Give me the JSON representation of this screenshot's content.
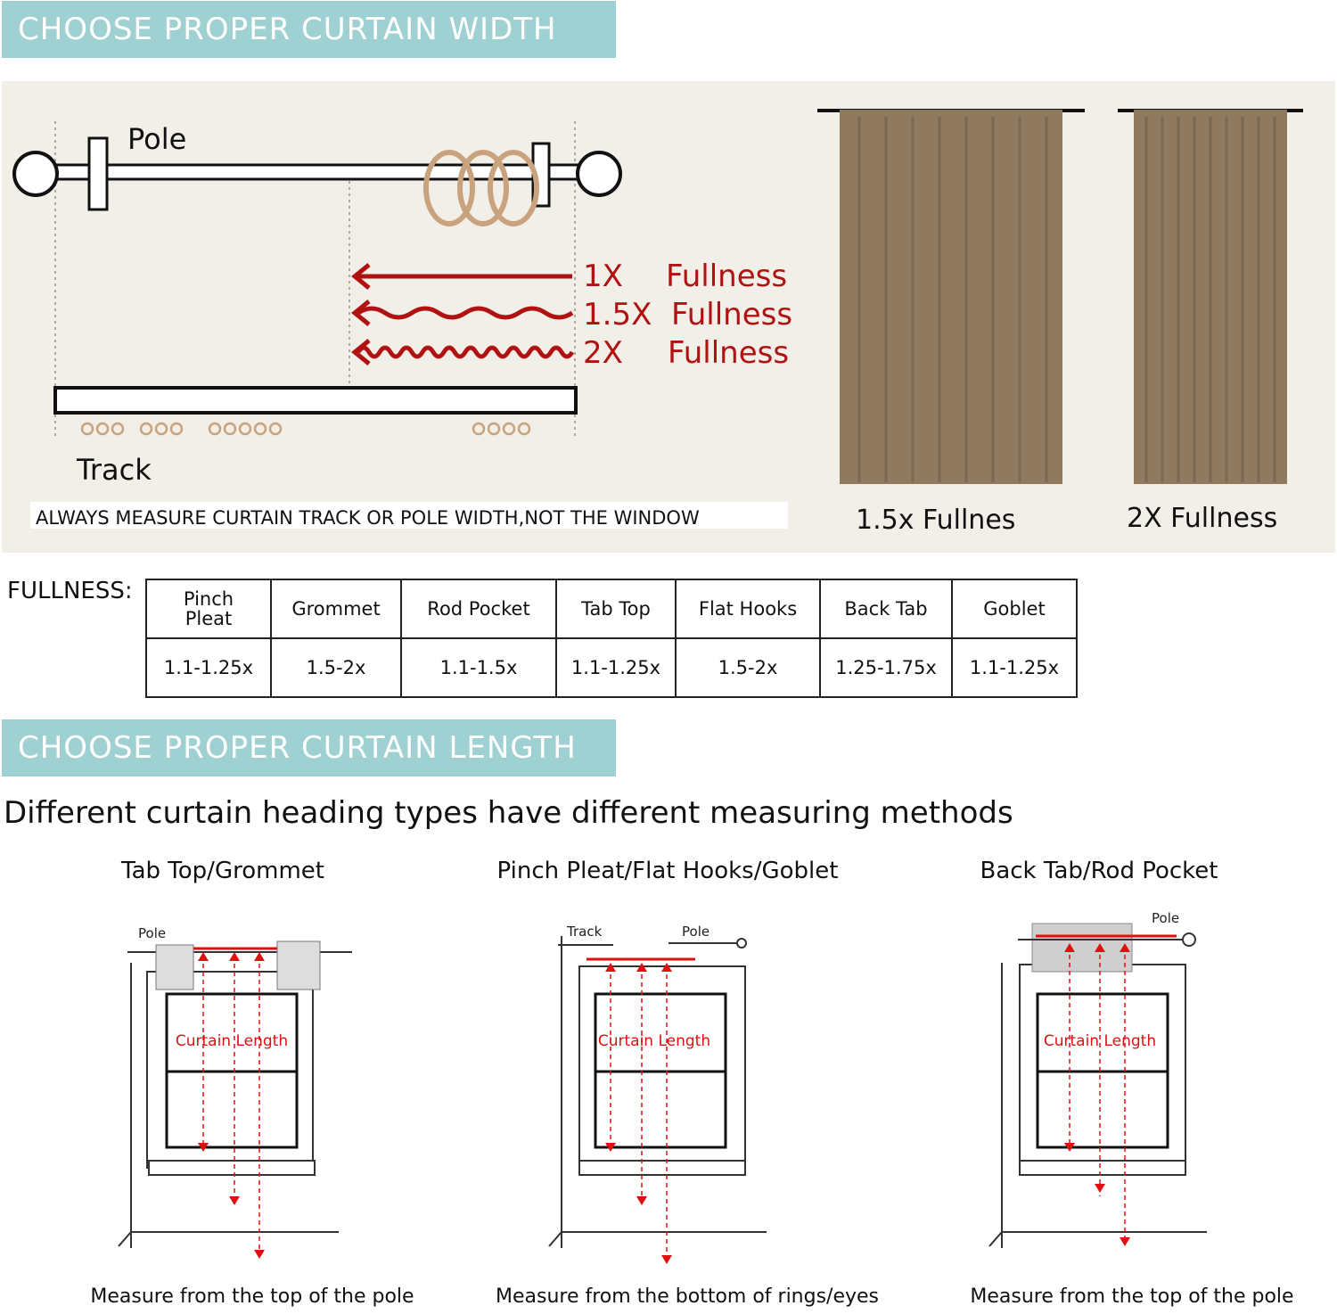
{
  "banners": {
    "width_title": "CHOOSE PROPER CURTAIN WIDTH",
    "length_title": "CHOOSE PROPER CURTAIN LENGTH"
  },
  "width_diagram": {
    "pole_label": "Pole",
    "track_label": "Track",
    "fullness_rows": [
      {
        "ratio": "1X",
        "word": "Fullness"
      },
      {
        "ratio": "1.5X",
        "word": "Fullness"
      },
      {
        "ratio": "2X",
        "word": "Fullness"
      }
    ],
    "notice": "ALWAYS MEASURE CURTAIN TRACK OR POLE WIDTH,NOT THE WINDOW",
    "photo_captions": [
      "1.5x Fullnes",
      "2X Fullness"
    ],
    "arrow_color": "#b01212",
    "curtain_color": "#8f7a60"
  },
  "fullness_table": {
    "label": "FULLNESS:",
    "headers": [
      "Pinch Pleat",
      "Grommet",
      "Rod Pocket",
      "Tab Top",
      "Flat Hooks",
      "Back Tab",
      "Goblet"
    ],
    "values": [
      "1.1-1.25x",
      "1.5-2x",
      "1.1-1.5x",
      "1.1-1.25x",
      "1.5-2x",
      "1.25-1.75x",
      "1.1-1.25x"
    ]
  },
  "length_section": {
    "subheading": "Different curtain heading types have different measuring methods",
    "columns": [
      {
        "title": "Tab Top/Grommet",
        "rail_label": "Pole",
        "inner_label": "Curtain Length",
        "caption": "Measure from the top of the pole"
      },
      {
        "title": "Pinch Pleat/Flat Hooks/Goblet",
        "rail_label": "Track",
        "rail_label_2": "Pole",
        "inner_label": "Curtain Length",
        "caption": "Measure from the bottom of rings/eyes"
      },
      {
        "title": "Back Tab/Rod Pocket",
        "rail_label": "Pole",
        "inner_label": "Curtain Length",
        "caption": "Measure from the top of the pole"
      }
    ]
  }
}
